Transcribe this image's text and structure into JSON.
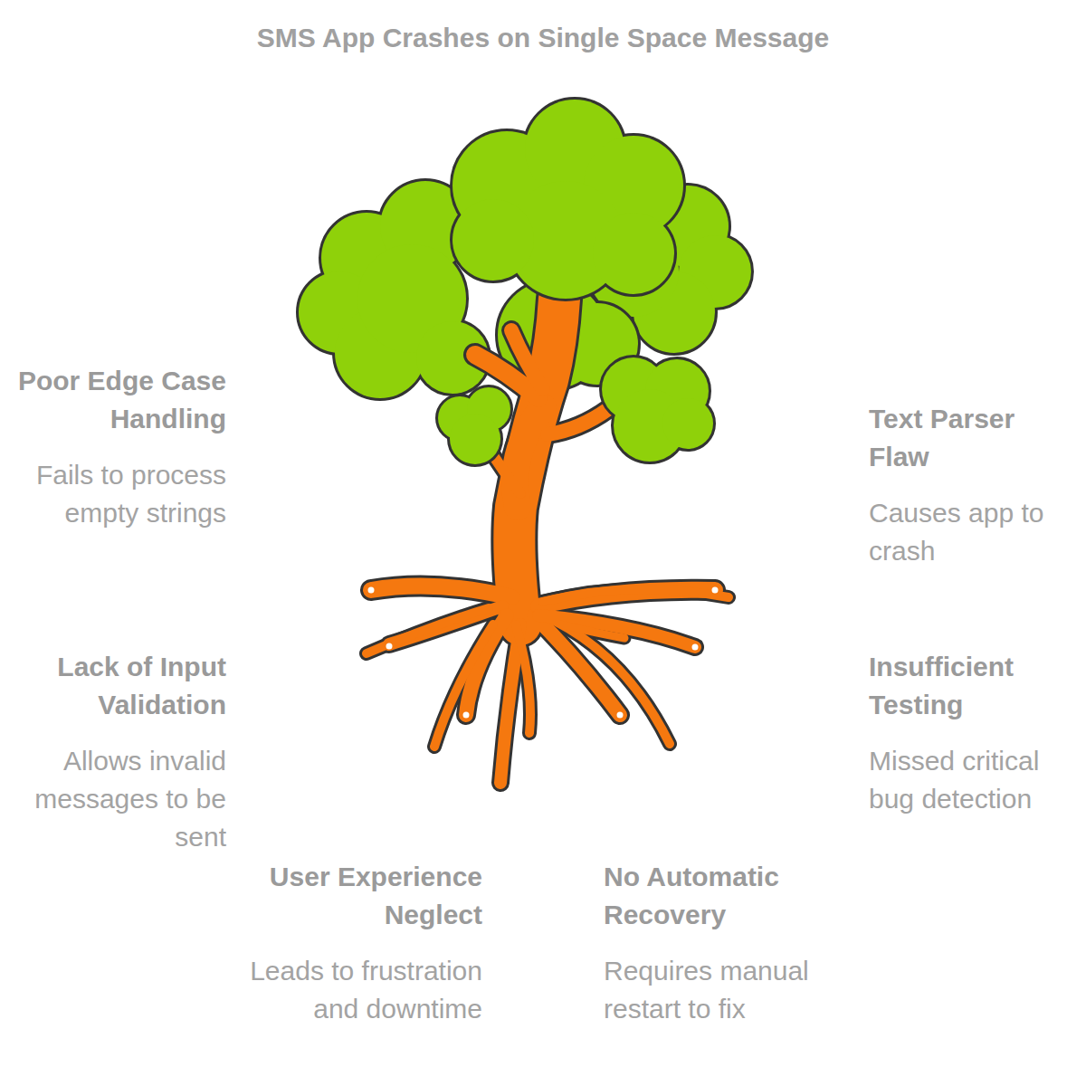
{
  "diagram": {
    "title": "SMS App Crashes on Single Space Message",
    "labels": [
      "Poor Edge Case Handling",
      "Fails to process empty strings",
      "Text Parser Flaw",
      "Causes app to crash",
      "Lack of Input Validation",
      "Allows invalid messages to be sent",
      "Insufficient Testing",
      "Missed critical bug detection",
      "User Experience Neglect",
      "Leads to frustration and downtime",
      "No Automatic Recovery",
      "Requires manual restart to fix"
    ]
  }
}
